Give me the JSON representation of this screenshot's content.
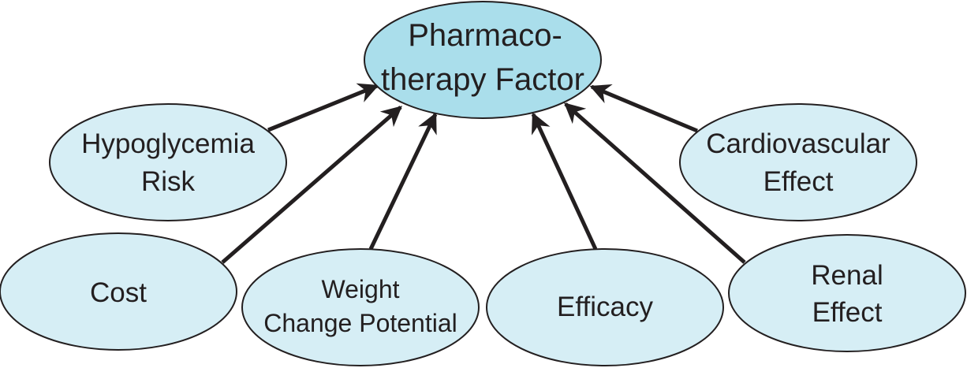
{
  "diagram": {
    "center": {
      "line1": "Pharmaco-",
      "line2": "therapy Factor"
    },
    "factors": {
      "hypoglycemia": {
        "line1": "Hypoglycemia",
        "line2": "Risk"
      },
      "cost": {
        "line1": "Cost"
      },
      "weight": {
        "line1": "Weight",
        "line2": "Change Potential"
      },
      "efficacy": {
        "line1": "Efficacy"
      },
      "renal": {
        "line1": "Renal",
        "line2": "Effect"
      },
      "cardio": {
        "line1": "Cardiovascular",
        "line2": "Effect"
      }
    },
    "colors": {
      "center_fill": "#aadeeb",
      "node_fill": "#d6eef5",
      "stroke": "#231f20"
    }
  }
}
